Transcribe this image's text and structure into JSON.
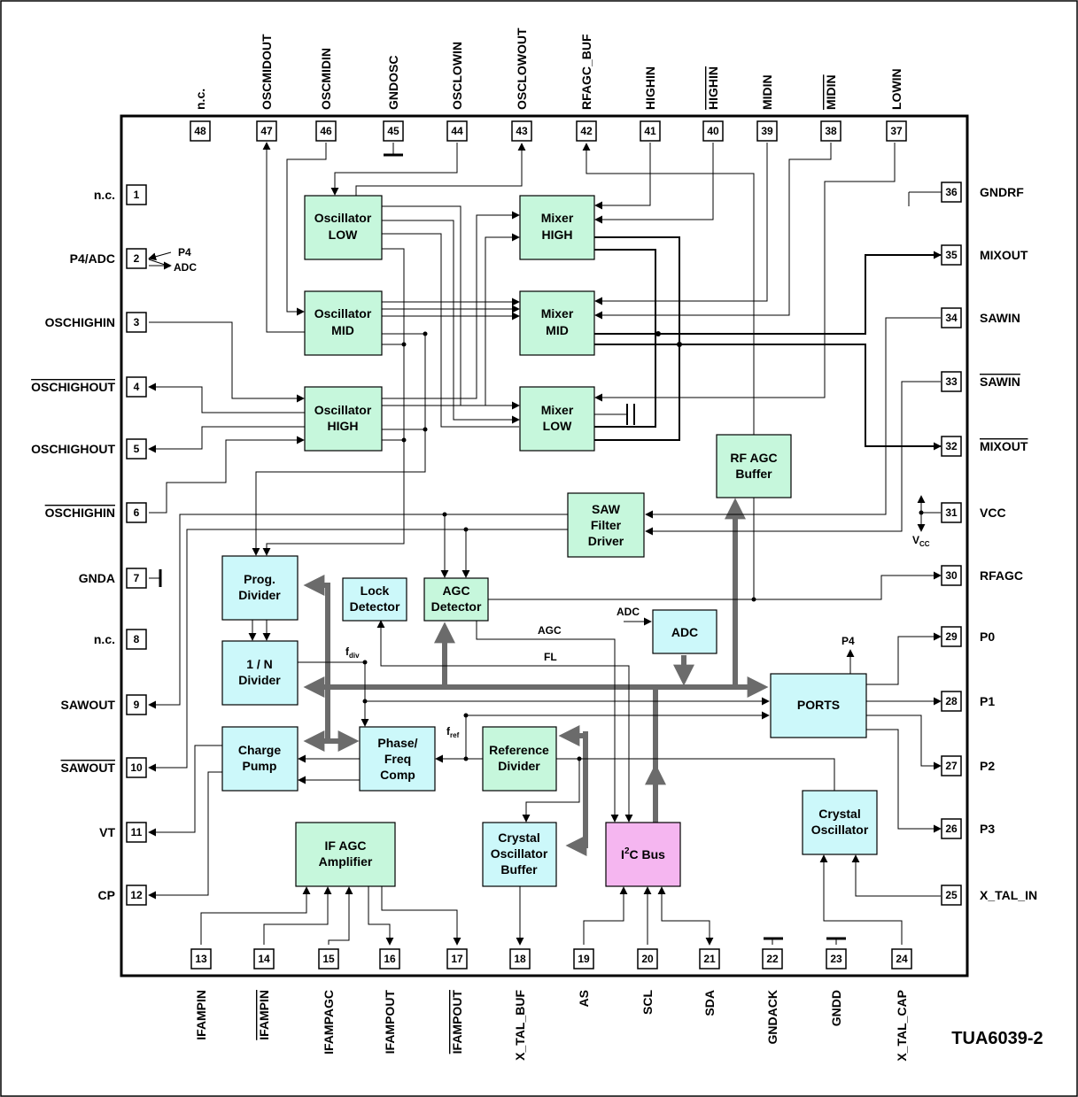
{
  "chip_name": "TUA6039-2",
  "colors": {
    "block_green": "#c6f7dc",
    "block_cyan": "#ccf8fa",
    "block_pink": "#f5b6f0",
    "bus_gray": "#6b6b6b"
  },
  "pins": {
    "p1": {
      "num": "1",
      "label": "n.c."
    },
    "p2": {
      "num": "2",
      "label": "P4/ADC"
    },
    "p3": {
      "num": "3",
      "label": "OSCHIGHIN"
    },
    "p4": {
      "num": "4",
      "label": "OSCHIGHOUT"
    },
    "p5": {
      "num": "5",
      "label": "OSCHIGHOUT"
    },
    "p6": {
      "num": "6",
      "label": "OSCHIGHIN"
    },
    "p7": {
      "num": "7",
      "label": "GNDA"
    },
    "p8": {
      "num": "8",
      "label": "n.c."
    },
    "p9": {
      "num": "9",
      "label": "SAWOUT"
    },
    "p10": {
      "num": "10",
      "label": "SAWOUT"
    },
    "p11": {
      "num": "11",
      "label": "VT"
    },
    "p12": {
      "num": "12",
      "label": "CP"
    },
    "p13": {
      "num": "13",
      "label": "IFAMPIN"
    },
    "p14": {
      "num": "14",
      "label": "IFAMPIN"
    },
    "p15": {
      "num": "15",
      "label": "IFAMPAGC"
    },
    "p16": {
      "num": "16",
      "label": "IFAMPOUT"
    },
    "p17": {
      "num": "17",
      "label": "IFAMPOUT"
    },
    "p18": {
      "num": "18",
      "label": "X_TAL_BUF"
    },
    "p19": {
      "num": "19",
      "label": "AS"
    },
    "p20": {
      "num": "20",
      "label": "SCL"
    },
    "p21": {
      "num": "21",
      "label": "SDA"
    },
    "p22": {
      "num": "22",
      "label": "GNDACK"
    },
    "p23": {
      "num": "23",
      "label": "GNDD"
    },
    "p24": {
      "num": "24",
      "label": "X_TAL_CAP"
    },
    "p25": {
      "num": "25",
      "label": "X_TAL_IN"
    },
    "p26": {
      "num": "26",
      "label": "P3"
    },
    "p27": {
      "num": "27",
      "label": "P2"
    },
    "p28": {
      "num": "28",
      "label": "P1"
    },
    "p29": {
      "num": "29",
      "label": "P0"
    },
    "p30": {
      "num": "30",
      "label": "RFAGC"
    },
    "p31": {
      "num": "31",
      "label": "VCC"
    },
    "p32": {
      "num": "32",
      "label": "MIXOUT"
    },
    "p33": {
      "num": "33",
      "label": "SAWIN"
    },
    "p34": {
      "num": "34",
      "label": "SAWIN"
    },
    "p35": {
      "num": "35",
      "label": "MIXOUT"
    },
    "p36": {
      "num": "36",
      "label": "GNDRF"
    },
    "p37": {
      "num": "37",
      "label": "LOWIN"
    },
    "p38": {
      "num": "38",
      "label": "MIDIN"
    },
    "p39": {
      "num": "39",
      "label": "MIDIN"
    },
    "p40": {
      "num": "40",
      "label": "HIGHIN"
    },
    "p41": {
      "num": "41",
      "label": "HIGHIN"
    },
    "p42": {
      "num": "42",
      "label": "RFAGC_BUF"
    },
    "p43": {
      "num": "43",
      "label": "OSCLOWOUT"
    },
    "p44": {
      "num": "44",
      "label": "OSCLOWIN"
    },
    "p45": {
      "num": "45",
      "label": "GNDOSC"
    },
    "p46": {
      "num": "46",
      "label": "OSCMIDIN"
    },
    "p47": {
      "num": "47",
      "label": "OSCMIDOUT"
    },
    "p48": {
      "num": "48",
      "label": "n.c."
    }
  },
  "blocks": {
    "osc_low": [
      "Oscillator",
      "LOW"
    ],
    "osc_mid": [
      "Oscillator",
      "MID"
    ],
    "osc_high": [
      "Oscillator",
      "HIGH"
    ],
    "mix_high": [
      "Mixer",
      "HIGH"
    ],
    "mix_mid": [
      "Mixer",
      "MID"
    ],
    "mix_low": [
      "Mixer",
      "LOW"
    ],
    "rf_agc_buffer": [
      "RF AGC",
      "Buffer"
    ],
    "saw_driver": [
      "SAW",
      "Filter",
      "Driver"
    ],
    "prog_divider": [
      "Prog.",
      "Divider"
    ],
    "lock_detector": [
      "Lock",
      "Detector"
    ],
    "agc_detector": [
      "AGC",
      "Detector"
    ],
    "adc": [
      "ADC"
    ],
    "n_divider": [
      "1 / N",
      "Divider"
    ],
    "ports": [
      "PORTS"
    ],
    "charge_pump": [
      "Charge",
      "Pump"
    ],
    "phase_comp": [
      "Phase/",
      "Freq",
      "Comp"
    ],
    "ref_divider": [
      "Reference",
      "Divider"
    ],
    "crystal_osc": [
      "Crystal",
      "Oscillator"
    ],
    "if_agc": [
      "IF AGC",
      "Amplifier"
    ],
    "xtal_buffer": [
      "Crystal",
      "Oscillator",
      "Buffer"
    ],
    "i2c_main": "I",
    "i2c_sup": "2",
    "i2c_rest": "C Bus"
  },
  "signals": {
    "p4": "P4",
    "adc": "ADC",
    "adc_in": "ADC",
    "p4_out": "P4",
    "agc": "AGC",
    "fl": "FL",
    "fdiv_main": "f",
    "fdiv_sub": "div",
    "fref_main": "f",
    "fref_sub": "ref",
    "vcc_main": "V",
    "vcc_sub": "CC"
  }
}
